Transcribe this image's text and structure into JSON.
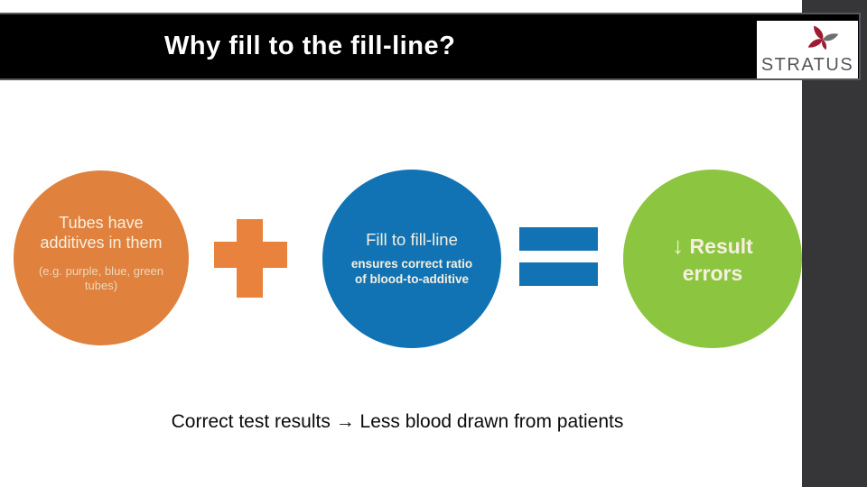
{
  "header": {
    "title": "Why fill to the fill-line?"
  },
  "logo": {
    "name": "STRATUS"
  },
  "flow": {
    "cause": {
      "heading": "Tubes have additives in them",
      "note": "(e.g. purple, blue, green tubes)"
    },
    "operator_plus": "+",
    "action": {
      "heading": "Fill to fill-line",
      "detail": "ensures correct ratio of blood-to-additive"
    },
    "operator_equals": "=",
    "result": {
      "arrow": "↓",
      "label": "Result errors"
    }
  },
  "caption": "Correct test results → Less blood drawn from patients",
  "colors": {
    "orange": "#e0813e",
    "blue": "#1173b4",
    "green": "#8cc640",
    "side_band": "#363639",
    "logo_red": "#9e1b32",
    "logo_gray": "#6d6e71",
    "cream_text": "#f7efdf"
  }
}
